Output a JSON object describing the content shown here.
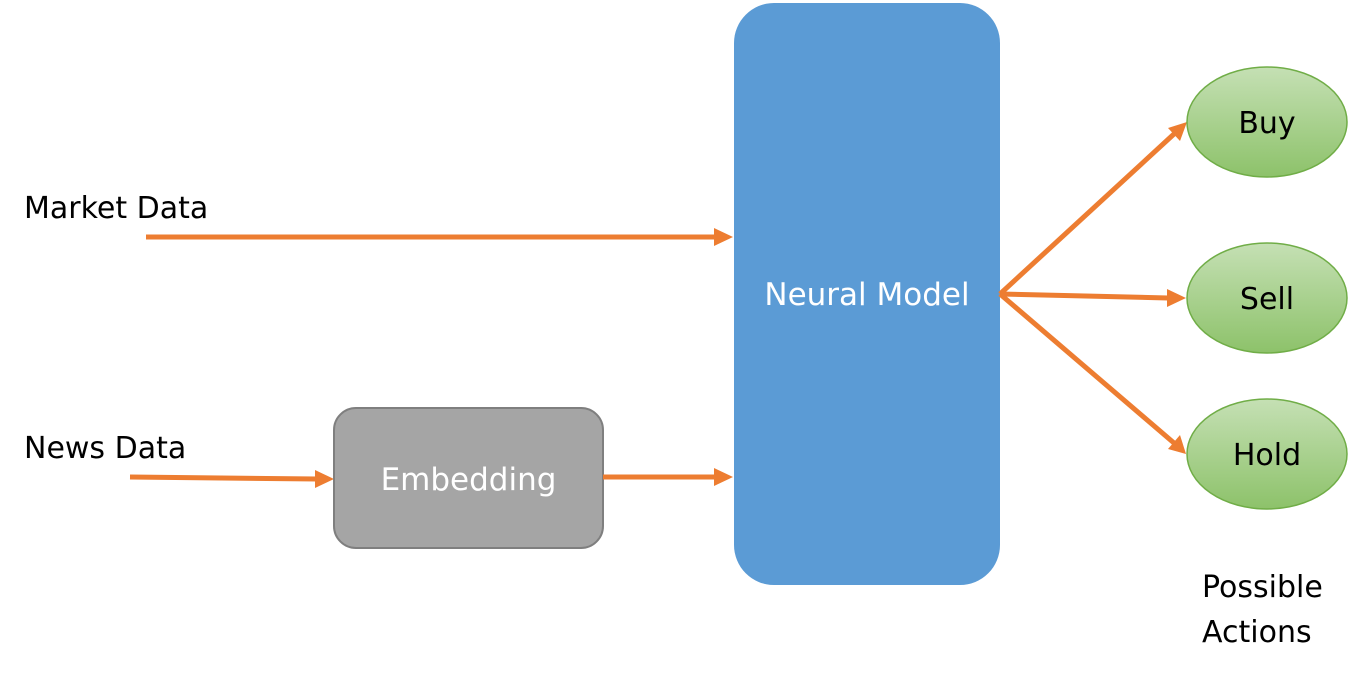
{
  "inputs": {
    "market": "Market Data",
    "news": "News Data"
  },
  "nodes": {
    "embedding": "Embedding",
    "model": "Neural Model"
  },
  "actions": {
    "buy": "Buy",
    "sell": "Sell",
    "hold": "Hold",
    "caption_line1": "Possible",
    "caption_line2": "Actions"
  },
  "colors": {
    "arrow": "#ED7D31",
    "model_fill": "#5B9BD5",
    "embedding_fill": "#A5A5A5",
    "embedding_border": "#7F7F7F",
    "action_fill": "#A9D18E",
    "action_border": "#70AD47"
  }
}
